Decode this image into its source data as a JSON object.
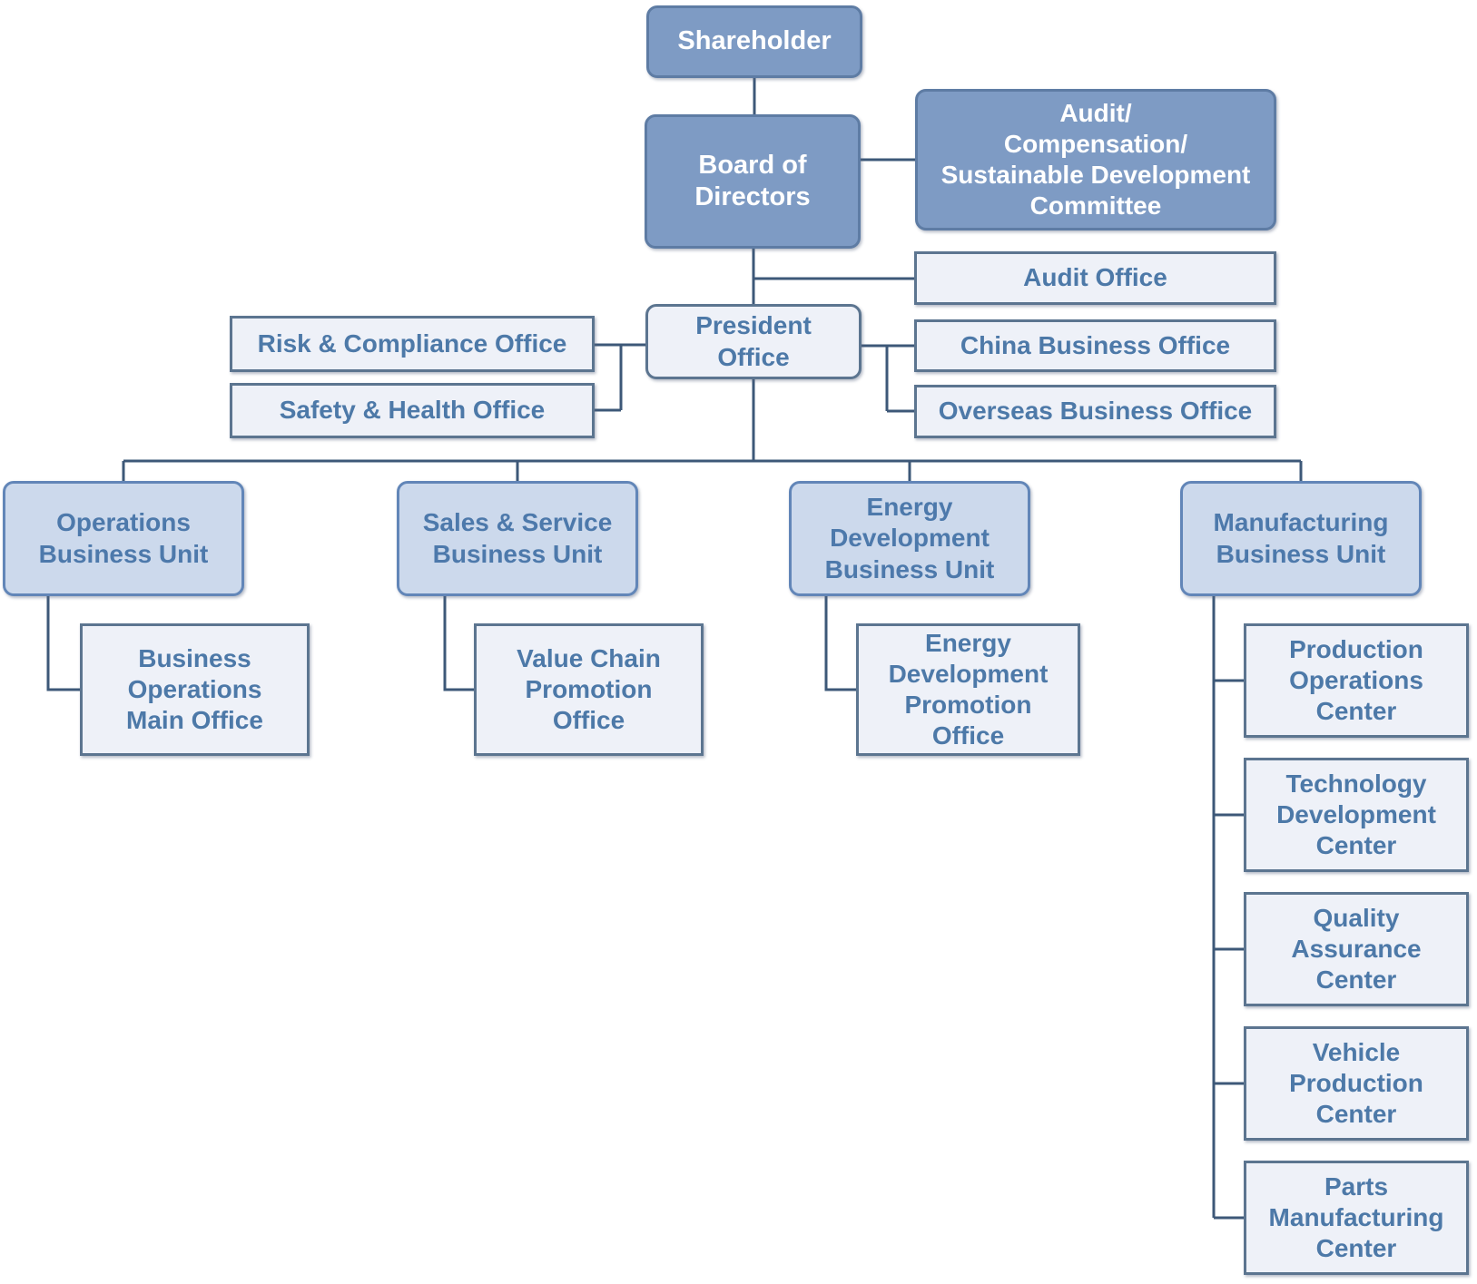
{
  "palette": {
    "primary_fill": "#7E9BC4",
    "primary_border": "#5E7CA4",
    "unit_fill": "#CCD9EC",
    "unit_border": "#6286B8",
    "office_fill": "#EEF1F8",
    "office_border": "#5C7590",
    "office_text": "#4D79A8",
    "primary_text": "#FFFFFF",
    "connector": "#3D5878"
  },
  "nodes": {
    "shareholder": {
      "label": "Shareholder"
    },
    "board_of_directors": {
      "label": "Board of\nDirectors"
    },
    "committee": {
      "label": "Audit/\nCompensation/\nSustainable Development\nCommittee"
    },
    "audit_office": {
      "label": "Audit Office"
    },
    "president_office": {
      "label": "President\nOffice"
    },
    "risk_compliance_office": {
      "label": "Risk & Compliance Office"
    },
    "safety_health_office": {
      "label": "Safety & Health Office"
    },
    "china_business_office": {
      "label": "China Business Office"
    },
    "overseas_business_office": {
      "label": "Overseas Business Office"
    },
    "operations_business_unit": {
      "label": "Operations\nBusiness Unit"
    },
    "sales_service_business_unit": {
      "label": "Sales & Service\nBusiness Unit"
    },
    "energy_development_business_unit": {
      "label": "Energy\nDevelopment\nBusiness Unit"
    },
    "manufacturing_business_unit": {
      "label": "Manufacturing\nBusiness Unit"
    },
    "business_operations_main_office": {
      "label": "Business\nOperations\nMain Office"
    },
    "value_chain_promotion_office": {
      "label": "Value Chain\nPromotion\nOffice"
    },
    "energy_development_promotion_office": {
      "label": "Energy\nDevelopment\nPromotion\nOffice"
    },
    "production_operations_center": {
      "label": "Production\nOperations\nCenter"
    },
    "technology_development_center": {
      "label": "Technology\nDevelopment\nCenter"
    },
    "quality_assurance_center": {
      "label": "Quality\nAssurance\nCenter"
    },
    "vehicle_production_center": {
      "label": "Vehicle\nProduction\nCenter"
    },
    "parts_manufacturing_center": {
      "label": "Parts\nManufacturing\nCenter"
    }
  }
}
